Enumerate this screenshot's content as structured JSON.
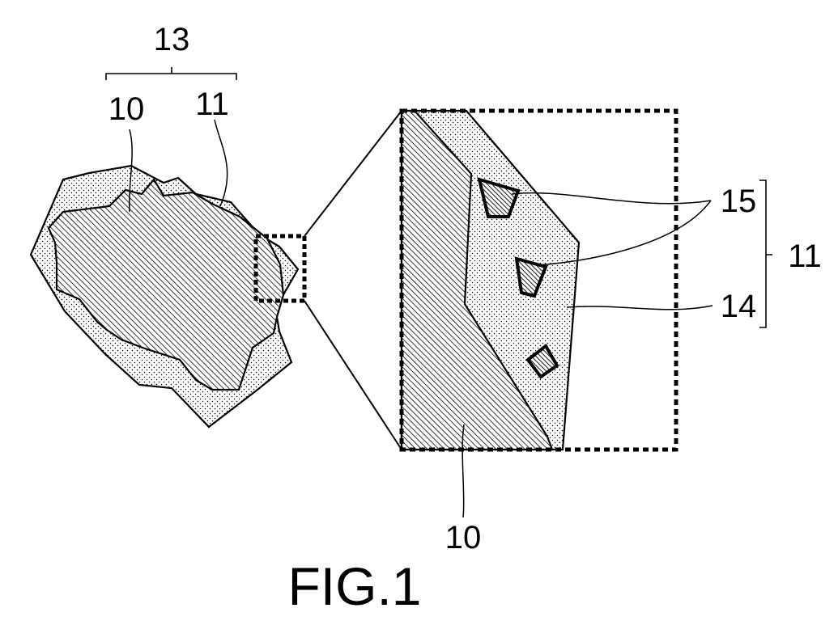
{
  "labels": {
    "composite_particle": "13",
    "core_particle_left": "10",
    "coating_layer_left": "11",
    "inclusion": "15",
    "coating_layer_right": "11",
    "matrix": "14",
    "core_particle_bottom": "10"
  },
  "caption": "FIG.1",
  "colors": {
    "ink": "#000000",
    "paper": "#ffffff"
  }
}
